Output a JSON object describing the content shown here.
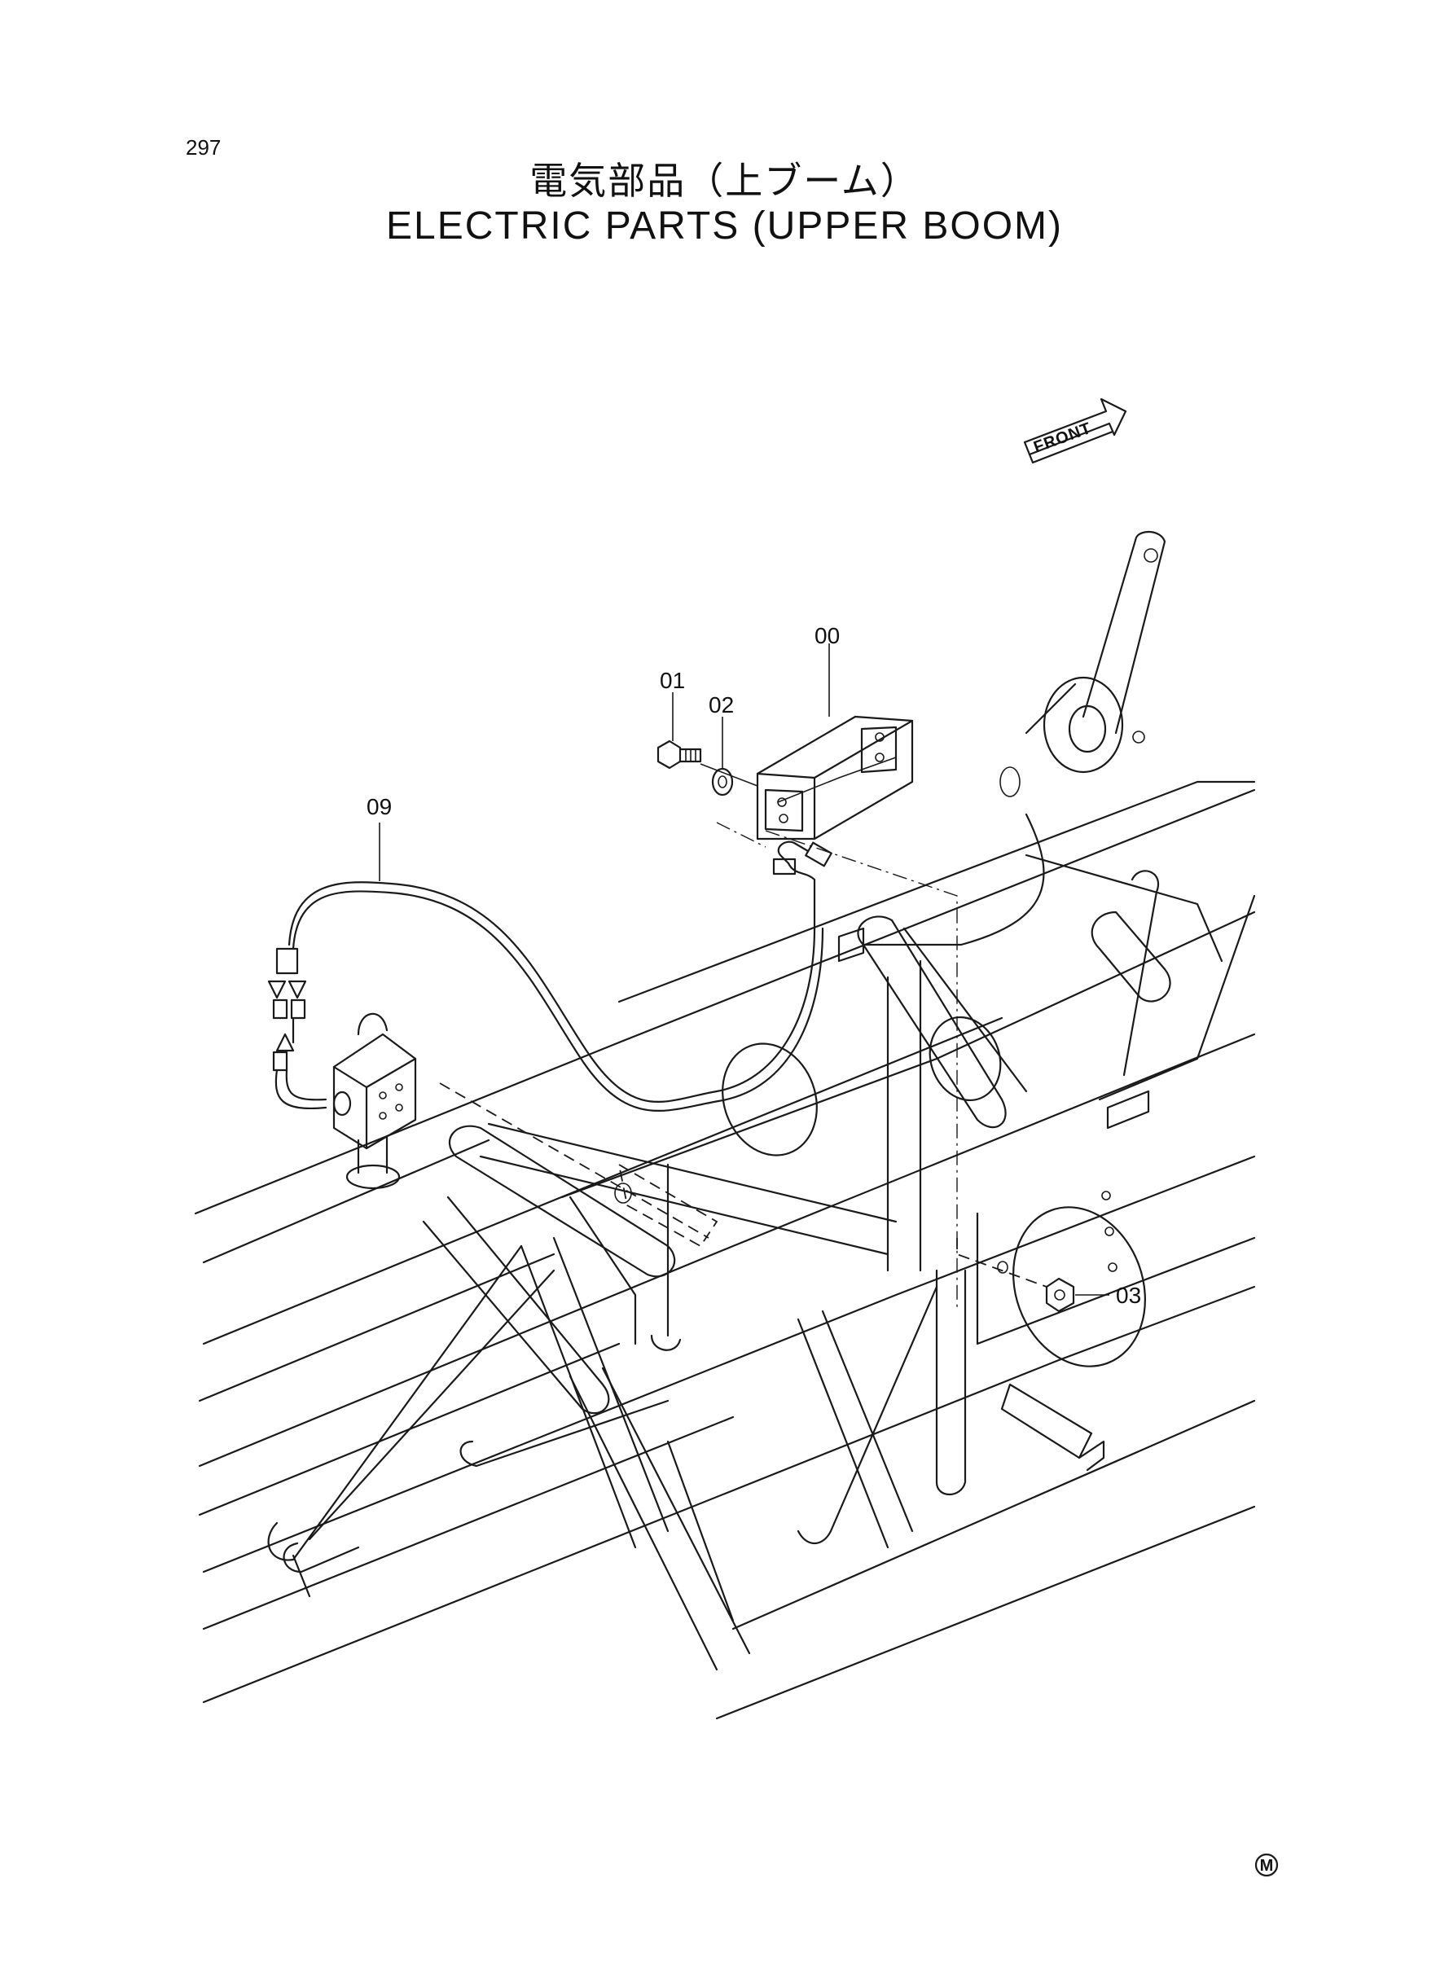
{
  "page_number": "297",
  "title_jp": "電気部品（上ブーム）",
  "title_en": "ELECTRIC PARTS (UPPER BOOM)",
  "front_label": "FRONT",
  "callouts": [
    {
      "id": "00",
      "label": "00"
    },
    {
      "id": "01",
      "label": "01"
    },
    {
      "id": "02",
      "label": "02"
    },
    {
      "id": "03",
      "label": "03"
    },
    {
      "id": "09",
      "label": "09"
    }
  ],
  "corner_mark": "M"
}
